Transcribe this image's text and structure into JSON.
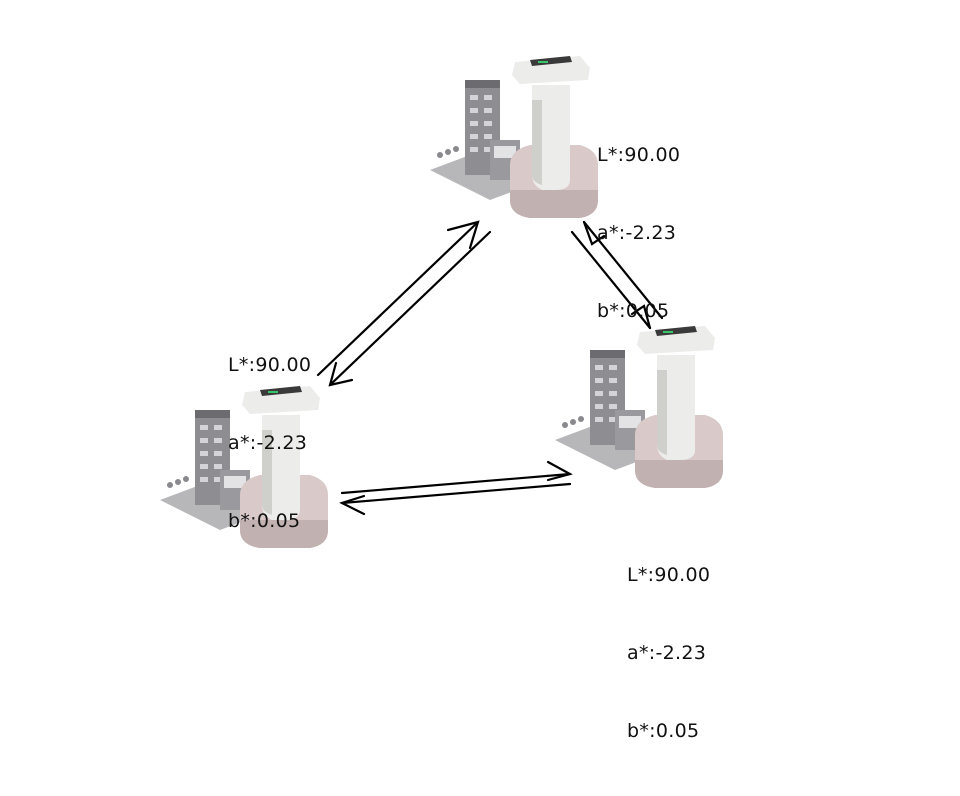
{
  "nodes": [
    {
      "id": "top",
      "icon": "colorimeter-with-buildings-icon",
      "readings": {
        "L": "L*:90.00",
        "a": "a*:-2.23",
        "b": "b*:0.05"
      }
    },
    {
      "id": "left",
      "icon": "colorimeter-with-buildings-icon",
      "readings": {
        "L": "L*:90.00",
        "a": "a*:-2.23",
        "b": "b*:0.05"
      }
    },
    {
      "id": "right",
      "icon": "colorimeter-with-buildings-icon",
      "readings": {
        "L": "L*:90.00",
        "a": "a*:-2.23",
        "b": "b*:0.05"
      }
    }
  ],
  "links": [
    {
      "from": "top",
      "to": "left",
      "type": "bidirectional"
    },
    {
      "from": "top",
      "to": "right",
      "type": "bidirectional"
    },
    {
      "from": "left",
      "to": "right",
      "type": "bidirectional"
    }
  ],
  "colors": {
    "device_body": "#ececea",
    "device_shadow": "#cfcfcb",
    "base": "#d9c9c9",
    "base_shadow": "#c2b1b1",
    "screen": "#3a3a3a",
    "led": "#39c46a",
    "building": "#8e8e92",
    "building_dark": "#6c6c70",
    "ground": "#b7b7ba",
    "arrow": "#000000"
  }
}
